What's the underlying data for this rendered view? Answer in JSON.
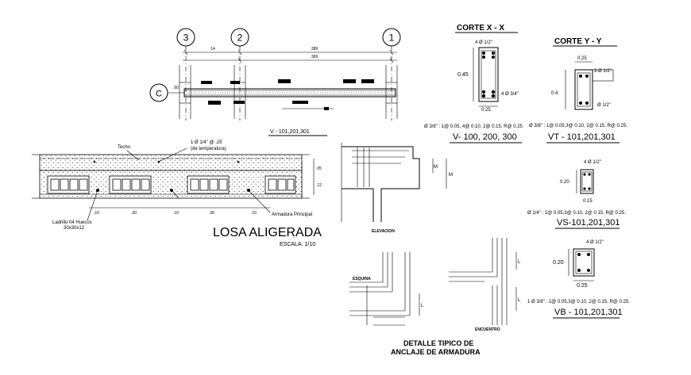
{
  "beam_elevation": {
    "axes": [
      "3",
      "2",
      "1",
      "C"
    ],
    "dim_total": "389",
    "dim_inner": "369",
    "dim_left": "14",
    "dim_c": ".60",
    "caption": "V - 101,201,301"
  },
  "losa": {
    "title": "LOSA ALIGERADA",
    "scale": "ESCALA: 1/10",
    "label_techo": "Techo",
    "label_temp_1": "1 Ø 1/4\" @ .25",
    "label_temp_2": "(de temperatura)",
    "label_ladrillo_1": "Ladrillo 04 Huecos",
    "label_ladrillo_2": "30x30x12",
    "label_armadura": "Armadura Principal",
    "dim_h1": ".05",
    "dim_h2": ".12",
    "dims_bottom": [
      ".10",
      ".30",
      ".10",
      ".30",
      ".10"
    ]
  },
  "corte_x": {
    "title": "CORTE X - X",
    "top_bars": "4 Ø 1/2\"",
    "height": "0.45",
    "bottom_bars": "4 Ø 3/4\"",
    "width": "0.25",
    "stirrups": "Ø 3/8\" : 1@ 0.05, 4@ 0.10, 2@ 0.15, R@ 0.25",
    "caption": "V- 100, 200, 300"
  },
  "corte_y": {
    "title": "CORTE Y - Y",
    "width": "0.25",
    "top_bars": "3 Ø 1/2\"",
    "height": "0.4",
    "bottom_bars": "Ø 1/2\"",
    "stirrups": "Ø 3/8\" : 1@ 0.05,3@ 0.10, 2@ 0.15, R@ 0.25.",
    "caption": "VT - 101,201,301"
  },
  "vs": {
    "bars": "4 Ø 1/2\"",
    "height": "0.20",
    "width": "0.15",
    "stirrups": "Ø 1/4\" : 1@ 0.05,3@ 0.10, 2@ 0.15, R@ 0.25.",
    "caption": "VS-101,201,301"
  },
  "vb": {
    "bars": "4 Ø 1/2\"",
    "height": "0.20",
    "width": "0.25",
    "stirrups": "1 Ø 3/8\" : 1@ 0.05,3@ 0.10, 2@ 0.15, R@ 0.25.",
    "caption": "VB - 101,201,301"
  },
  "details": {
    "elevacion": "ELEVACION",
    "m_label": "M",
    "l_label": "L",
    "esquina": "ESQUINA",
    "encuentro": "ENCUENTRO",
    "title_1": "DETALLE TIPICO DE",
    "title_2": "ANCLAJE DE ARMADURA"
  }
}
